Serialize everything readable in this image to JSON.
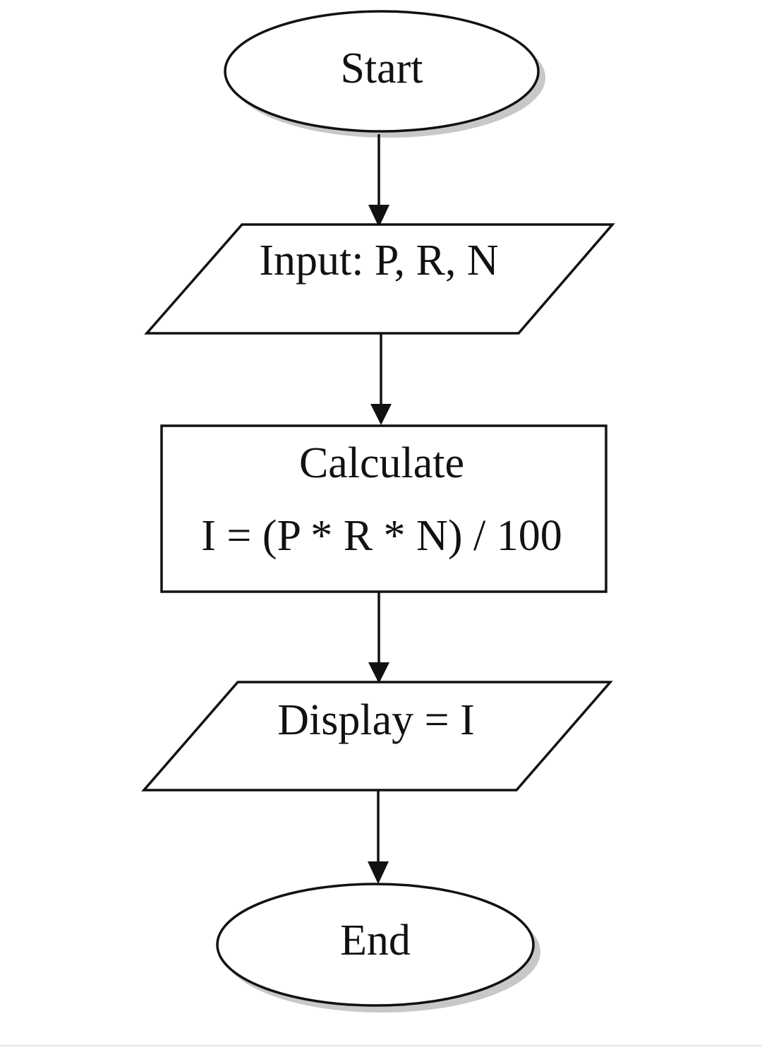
{
  "flowchart": {
    "start_label": "Start",
    "input_label": "Input: P, R, N",
    "process_title": "Calculate",
    "process_formula": "I = (P * R * N) / 100",
    "display_label": "Display = I",
    "end_label": "End"
  }
}
